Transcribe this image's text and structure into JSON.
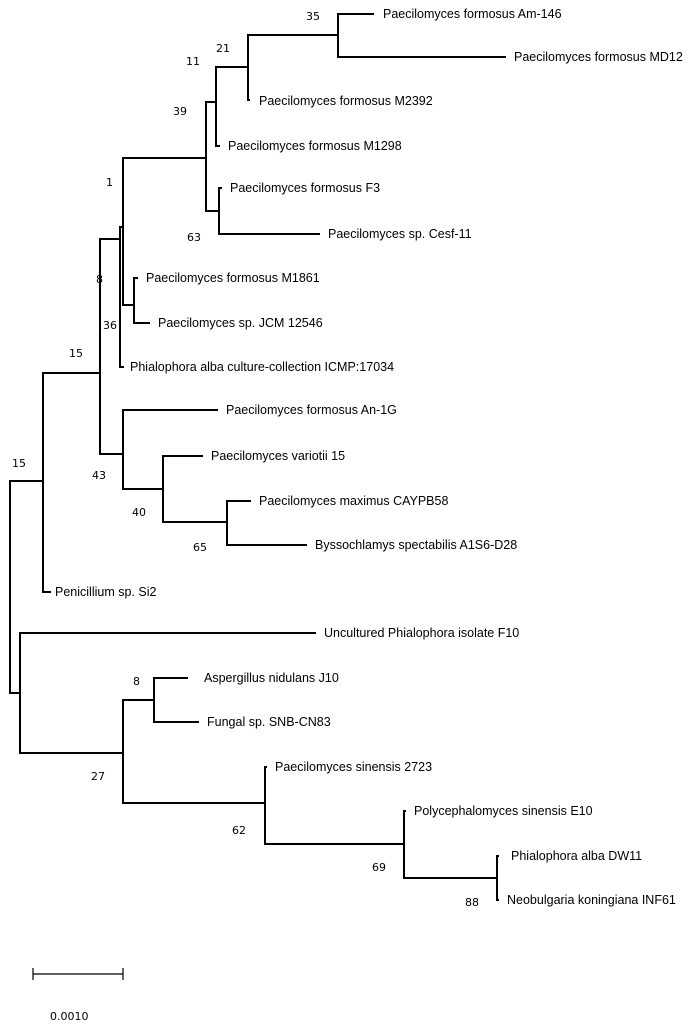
{
  "tree": {
    "colors": {
      "line": "#000000",
      "text": "#000000",
      "background": "#ffffff"
    },
    "leaves": [
      "Paecilomyces formosus Am-146",
      "Paecilomyces formosus MD12",
      "Paecilomyces formosus M2392",
      "Paecilomyces formosus M1298",
      "Paecilomyces formosus F3",
      "Paecilomyces sp. Cesf-11",
      "Paecilomyces formosus M1861",
      "Paecilomyces sp. JCM 12546",
      "Phialophora alba culture-collection ICMP:17034",
      "Paecilomyces formosus An-1G",
      "Paecilomyces variotii 15",
      "Paecilomyces maximus CAYPB58",
      "Byssochlamys spectabilis A1S6-D28",
      "Penicillium sp. Si2",
      "Uncultured Phialophora isolate F10",
      "Aspergillus nidulans J10",
      "Fungal sp. SNB-CN83",
      "Paecilomyces sinensis 2723",
      "Polycephalomyces sinensis E10",
      "Phialophora alba DW11",
      "Neobulgaria koningiana INF61"
    ],
    "bootstrap": [
      "35",
      "21",
      "11",
      "39",
      "1",
      "63",
      "8",
      "36",
      "15",
      "43",
      "40",
      "65",
      "15",
      "8",
      "27",
      "62",
      "69",
      "88"
    ],
    "scale_bar_label": "0.0010"
  }
}
